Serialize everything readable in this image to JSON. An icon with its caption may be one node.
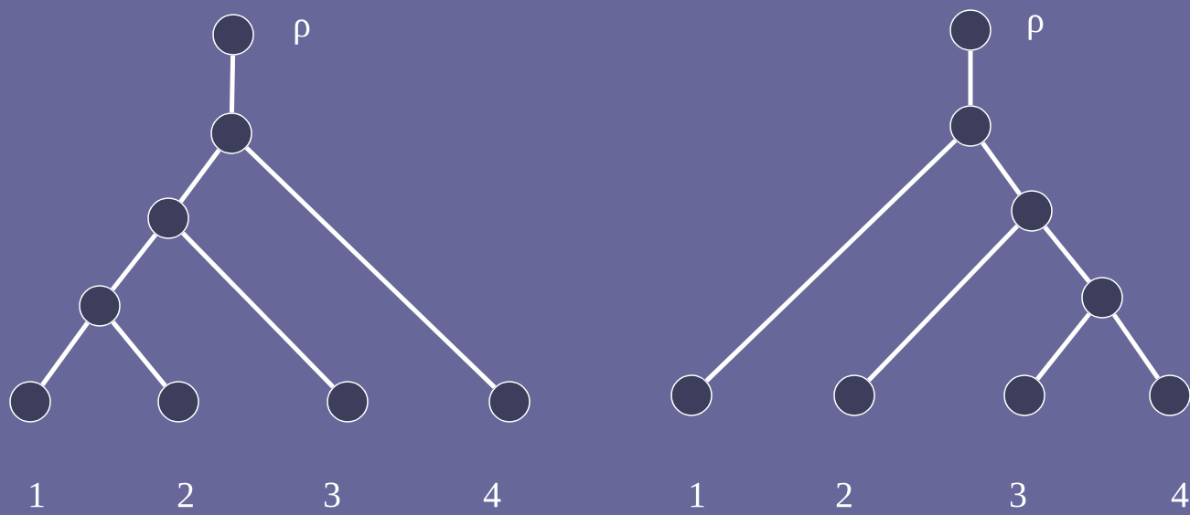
{
  "diagram": {
    "nodes": [
      {
        "text": [],
        "shape": "circle",
        "beside": [
          "ρ"
        ]
      },
      {
        "text": [],
        "shape": "circle"
      },
      {
        "text": [],
        "shape": "circle"
      },
      {
        "text": [],
        "shape": "circle"
      },
      {
        "text": [],
        "shape": "circle",
        "beside": [
          "1"
        ]
      },
      {
        "text": [],
        "shape": "circle",
        "beside": [
          "2"
        ]
      },
      {
        "text": [],
        "shape": "circle",
        "beside": [
          "3"
        ]
      },
      {
        "text": [],
        "shape": "circle",
        "beside": [
          "4"
        ]
      },
      {
        "text": [],
        "shape": "circle",
        "beside": [
          "ρ"
        ]
      },
      {
        "text": [],
        "shape": "circle"
      },
      {
        "text": [],
        "shape": "circle"
      },
      {
        "text": [],
        "shape": "circle"
      },
      {
        "text": [],
        "shape": "circle",
        "beside": [
          "1"
        ]
      },
      {
        "text": [],
        "shape": "circle",
        "beside": [
          "2"
        ]
      },
      {
        "text": [],
        "shape": "circle",
        "beside": [
          "3"
        ]
      },
      {
        "text": [],
        "shape": "circle",
        "beside": [
          "4"
        ]
      }
    ],
    "edges": [
      {
        "from": 0,
        "to": 1,
        "arrow": "none"
      },
      {
        "from": 1,
        "to": 2,
        "arrow": "none"
      },
      {
        "from": 1,
        "to": 7,
        "arrow": "none"
      },
      {
        "from": 2,
        "to": 3,
        "arrow": "none"
      },
      {
        "from": 2,
        "to": 6,
        "arrow": "none"
      },
      {
        "from": 3,
        "to": 4,
        "arrow": "none"
      },
      {
        "from": 3,
        "to": 5,
        "arrow": "none"
      },
      {
        "from": 8,
        "to": 9,
        "arrow": "none"
      },
      {
        "from": 9,
        "to": 12,
        "arrow": "none"
      },
      {
        "from": 9,
        "to": 10,
        "arrow": "none"
      },
      {
        "from": 10,
        "to": 13,
        "arrow": "none"
      },
      {
        "from": 10,
        "to": 11,
        "arrow": "none"
      },
      {
        "from": 11,
        "to": 14,
        "arrow": "none"
      },
      {
        "from": 11,
        "to": 15,
        "arrow": "none"
      }
    ]
  }
}
